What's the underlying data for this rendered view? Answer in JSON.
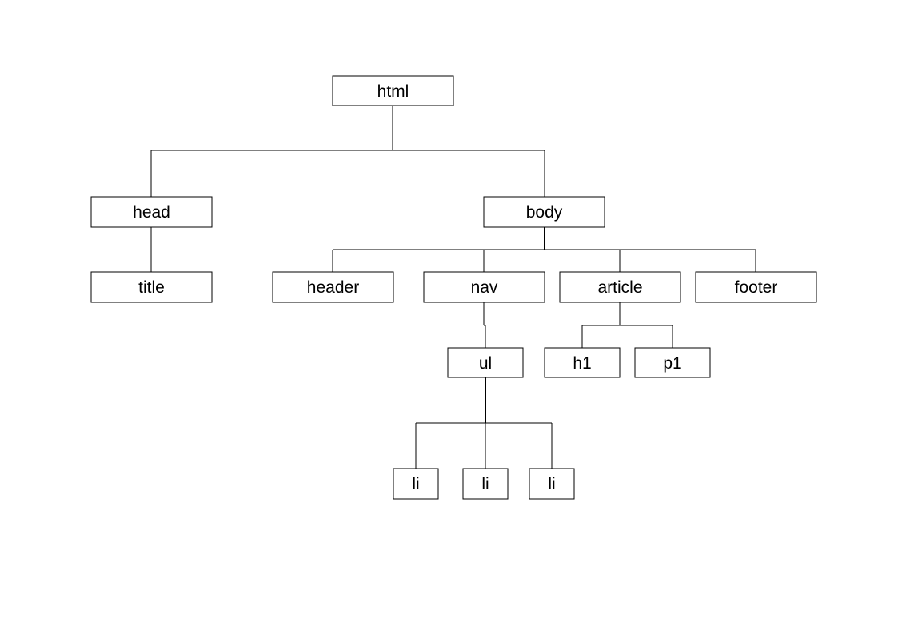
{
  "diagram": {
    "type": "tree",
    "nodes": {
      "html": {
        "label": "html"
      },
      "head": {
        "label": "head"
      },
      "body": {
        "label": "body"
      },
      "title": {
        "label": "title"
      },
      "header": {
        "label": "header"
      },
      "nav": {
        "label": "nav"
      },
      "article": {
        "label": "article"
      },
      "footer": {
        "label": "footer"
      },
      "ul": {
        "label": "ul"
      },
      "h1": {
        "label": "h1"
      },
      "p1": {
        "label": "p1"
      },
      "li1": {
        "label": "li"
      },
      "li2": {
        "label": "li"
      },
      "li3": {
        "label": "li"
      }
    },
    "edges": [
      {
        "from": "html",
        "to": "head"
      },
      {
        "from": "html",
        "to": "body"
      },
      {
        "from": "head",
        "to": "title"
      },
      {
        "from": "body",
        "to": "header"
      },
      {
        "from": "body",
        "to": "nav"
      },
      {
        "from": "body",
        "to": "article"
      },
      {
        "from": "body",
        "to": "footer"
      },
      {
        "from": "nav",
        "to": "ul"
      },
      {
        "from": "article",
        "to": "h1"
      },
      {
        "from": "article",
        "to": "p1"
      },
      {
        "from": "ul",
        "to": "li1"
      },
      {
        "from": "ul",
        "to": "li2"
      },
      {
        "from": "ul",
        "to": "li3"
      }
    ]
  }
}
